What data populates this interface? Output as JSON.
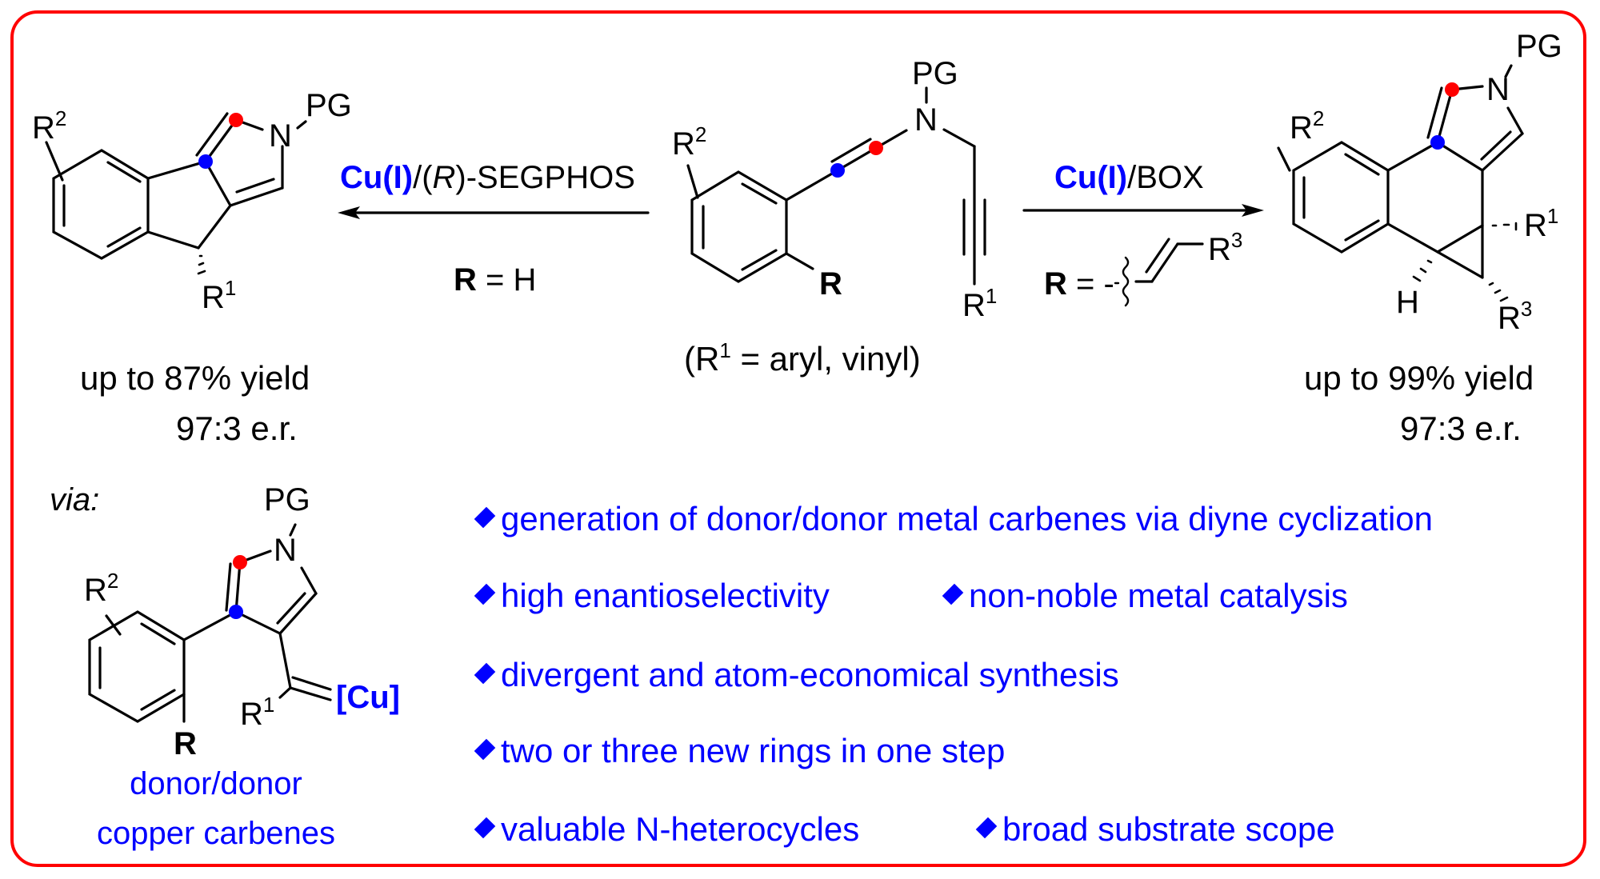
{
  "colors": {
    "frame": "#ff0000",
    "accent": "#0000ff",
    "highlight_atom_red": "#ff0000",
    "highlight_atom_blue": "#0000ff",
    "bond": "#000000"
  },
  "left_product": {
    "R2": "R",
    "R2_sup": "2",
    "N": "N",
    "PG": "PG",
    "R1": "R",
    "R1_sup": "1",
    "yield": "up to 87% yield",
    "er": "97:3 e.r."
  },
  "left_arrow": {
    "catalyst_metal": "Cu(I)",
    "catalyst_ligand_prefix": "/(",
    "catalyst_ligand_italic": "R",
    "catalyst_ligand_suffix": ")-SEGPHOS",
    "condition_R": "R",
    "condition_value": " = H"
  },
  "substrate": {
    "R2": "R",
    "R2_sup": "2",
    "N": "N",
    "PG": "PG",
    "R": "R",
    "R1": "R",
    "R1_sup": "1",
    "note_open": "(R",
    "note_sup": "1",
    "note_rest": " = aryl, vinyl)"
  },
  "right_arrow": {
    "catalyst_metal": "Cu(I)",
    "catalyst_ligand": "/BOX",
    "condition_R": "R",
    "condition_eq": " = -",
    "R3": "R",
    "R3_sup": "3"
  },
  "right_product": {
    "R2": "R",
    "R2_sup": "2",
    "N": "N",
    "PG": "PG",
    "R1": "R",
    "R1_sup": "1",
    "H": "H",
    "R3": "R",
    "R3_sup": "3",
    "yield": "up to 99% yield",
    "er": "97:3 e.r."
  },
  "intermediate": {
    "via_label": "via:",
    "PG": "PG",
    "N": "N",
    "R2": "R",
    "R2_sup": "2",
    "R": "R",
    "R1": "R",
    "R1_sup": "1",
    "metal": "[Cu]",
    "caption_line1": "donor/donor",
    "caption_line2": "copper carbenes"
  },
  "highlights": [
    {
      "text": "generation of donor/donor metal carbenes via diyne cyclization"
    },
    {
      "text": "high enantioselectivity"
    },
    {
      "text": "non-noble metal catalysis"
    },
    {
      "text": "divergent and atom-economical synthesis"
    },
    {
      "text": "two or three new rings in one step"
    },
    {
      "text": "valuable N-heterocycles"
    },
    {
      "text": "broad substrate scope"
    }
  ]
}
